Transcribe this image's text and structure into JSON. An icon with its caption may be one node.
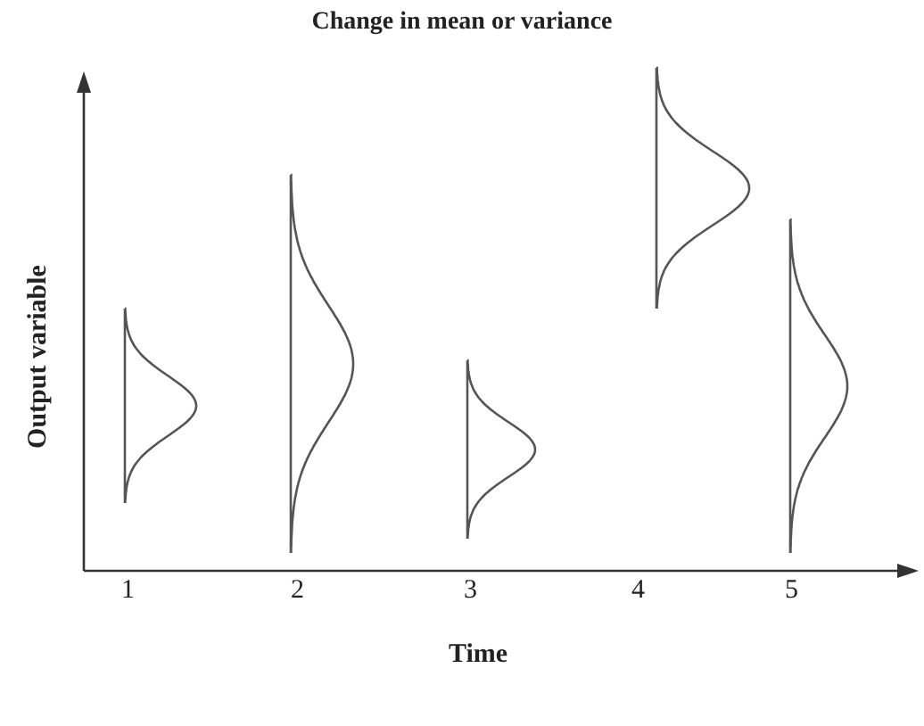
{
  "diagram": {
    "title": "Change in mean or variance",
    "labels": [
      "Output variable",
      "1",
      "2",
      "3",
      "4",
      "5",
      "Time"
    ]
  }
}
